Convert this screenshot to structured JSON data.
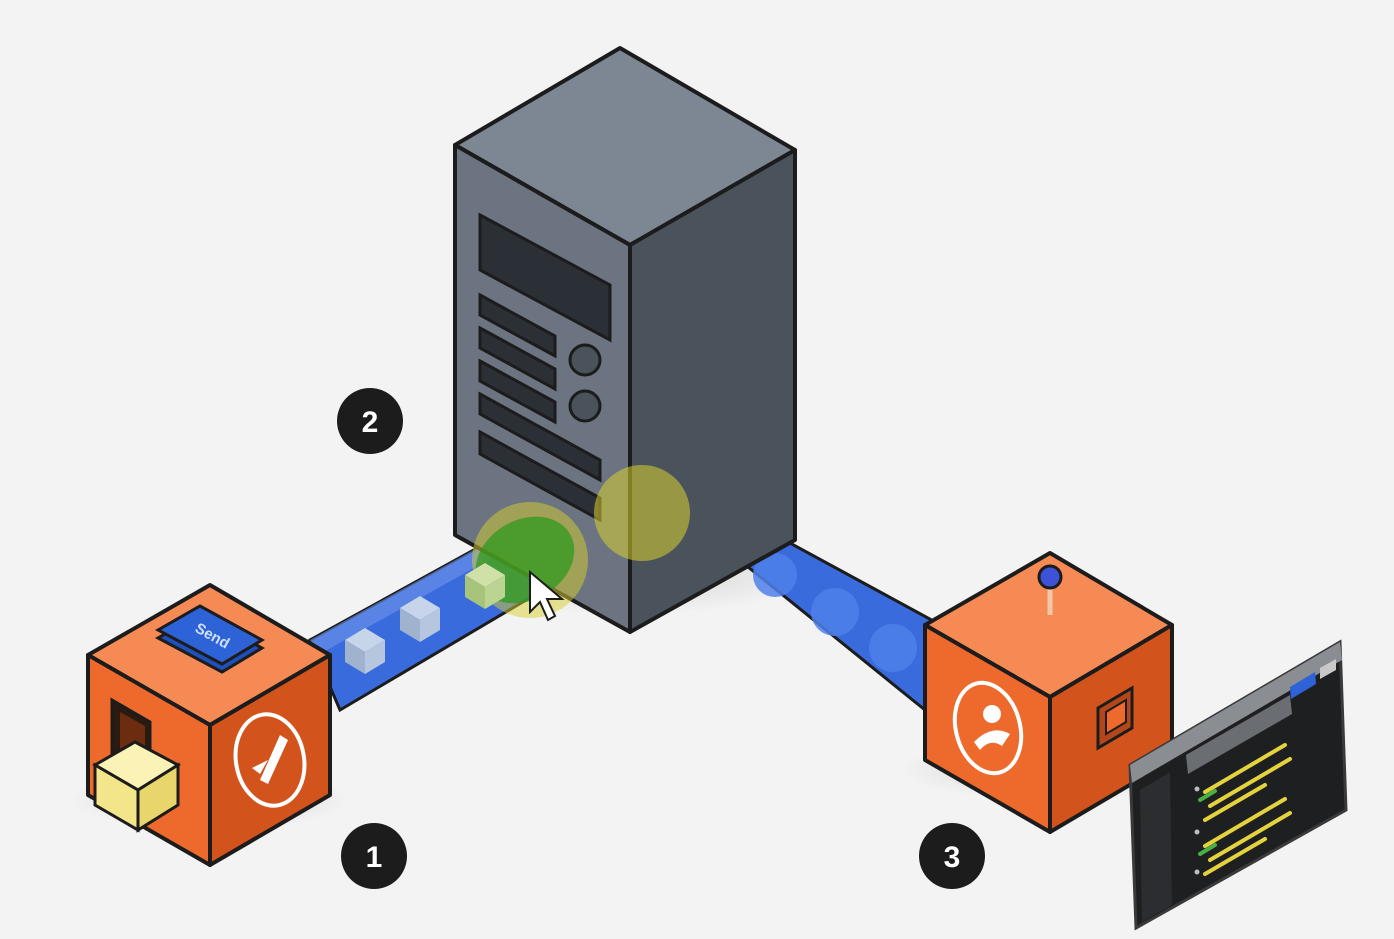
{
  "diagram": {
    "steps": [
      {
        "id": "step-1",
        "label": "1"
      },
      {
        "id": "step-2",
        "label": "2"
      },
      {
        "id": "step-3",
        "label": "3"
      }
    ],
    "send_button_label": "Send",
    "colors": {
      "background": "#f3f3f3",
      "server_front": "#6b7480",
      "server_side": "#4a525c",
      "server_top": "#7d8794",
      "orange_front": "#ee6a2c",
      "orange_side": "#d2541c",
      "orange_top": "#f58a55",
      "pipe_blue": "#3a6bdc",
      "highlight_yellow": "#d8d030",
      "highlight_green": "#2f9a1d",
      "send_button": "#2d63d6",
      "outline": "#1c1c1c"
    },
    "icons": [
      "server-icon",
      "postman-rocket-icon",
      "astronaut-icon",
      "cursor-icon",
      "terminal-window-icon",
      "pin-icon"
    ]
  }
}
